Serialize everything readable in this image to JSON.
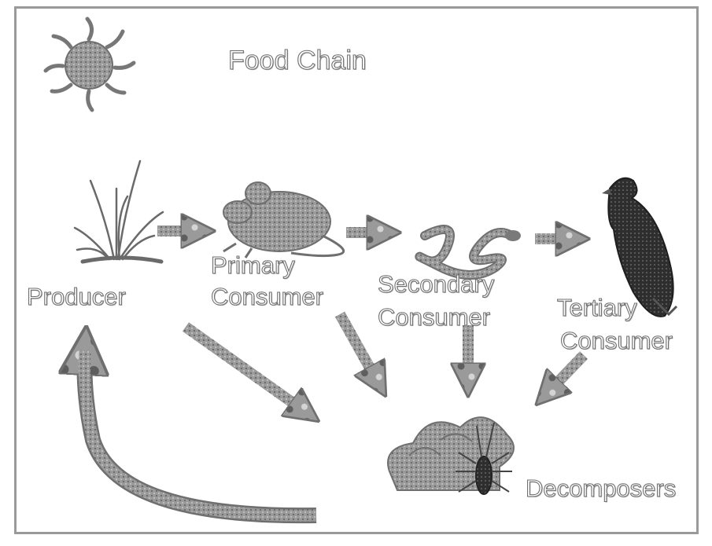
{
  "title": "Food Chain",
  "nodes": {
    "producer": "Producer",
    "primary": [
      "Primary",
      "Consumer"
    ],
    "secondary": [
      "Secondary",
      "Consumer"
    ],
    "tertiary": [
      "Tertiary",
      "Consumer"
    ],
    "decomposers": "Decomposers"
  },
  "icons": {
    "sun": "sun-icon",
    "producer": "grass-plant-icon",
    "primary": "mouse-icon",
    "secondary": "snake-icon",
    "tertiary": "hawk-icon",
    "decomposers": "mushroom-and-insect-icon"
  },
  "colors": {
    "arrow": "#8c8c8c",
    "outline": "#6f6f6f",
    "dark": "#2e2e2e"
  }
}
